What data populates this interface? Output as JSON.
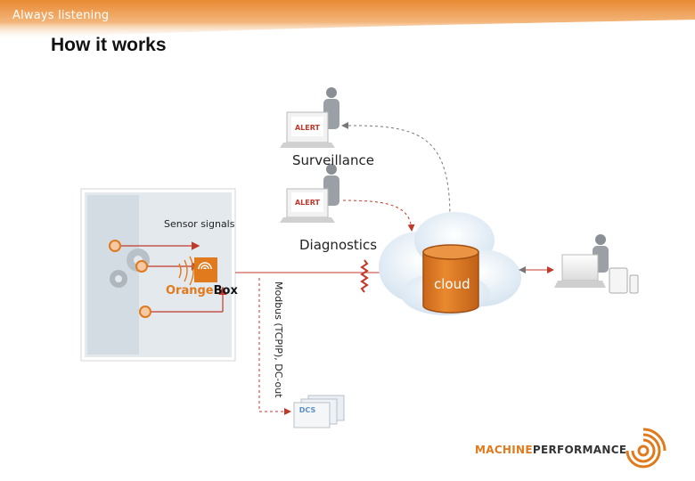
{
  "header": {
    "tagline": "Always listening",
    "title": "How it works"
  },
  "diagram": {
    "labels": {
      "surveillance": "Surveillance",
      "diagnostics": "Diagnostics",
      "sensor_signals": "Sensor signals",
      "cloud": "cloud",
      "modbus": "Modbus (TCPIP), DC-out"
    },
    "screens": {
      "alert": "ALERT",
      "dcs": "DCS"
    },
    "orangebox": {
      "brand_part1": "Orange",
      "brand_part2": "Box"
    }
  },
  "logo": {
    "part1": "MACHINE",
    "part2": "PERFORMANCE"
  },
  "colors": {
    "accent": "#e07a1c",
    "band": "#f0a257",
    "cloud_db": "#e07a1c",
    "arrow": "#c0392b"
  }
}
